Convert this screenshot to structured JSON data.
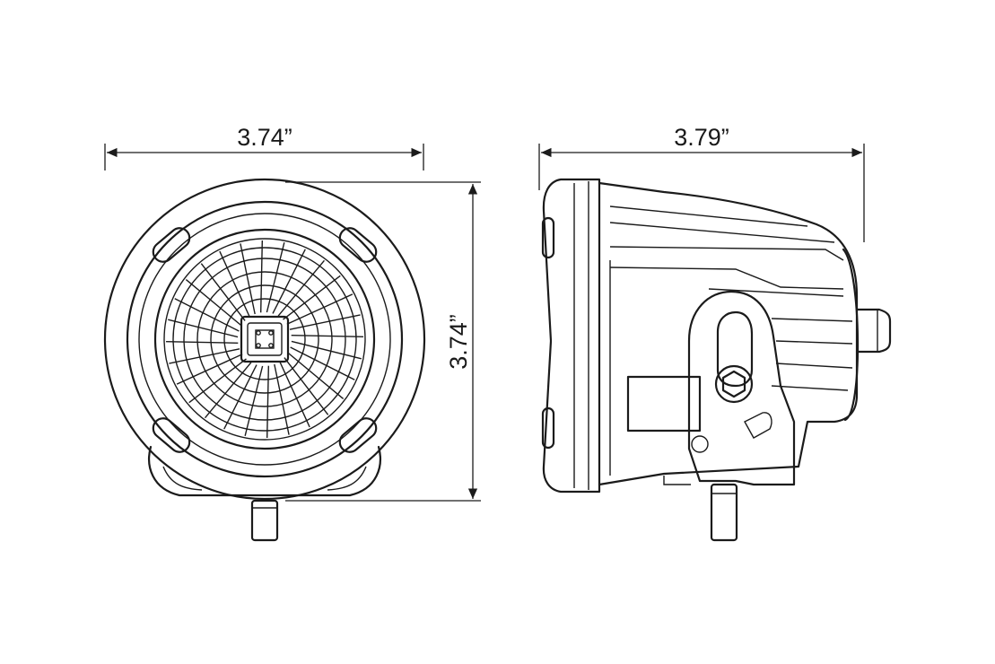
{
  "dimensions": {
    "front_width": "3.74”",
    "front_height": "3.74”",
    "side_depth": "3.79”"
  },
  "colors": {
    "line": "#1b1b1b",
    "background": "#ffffff"
  }
}
